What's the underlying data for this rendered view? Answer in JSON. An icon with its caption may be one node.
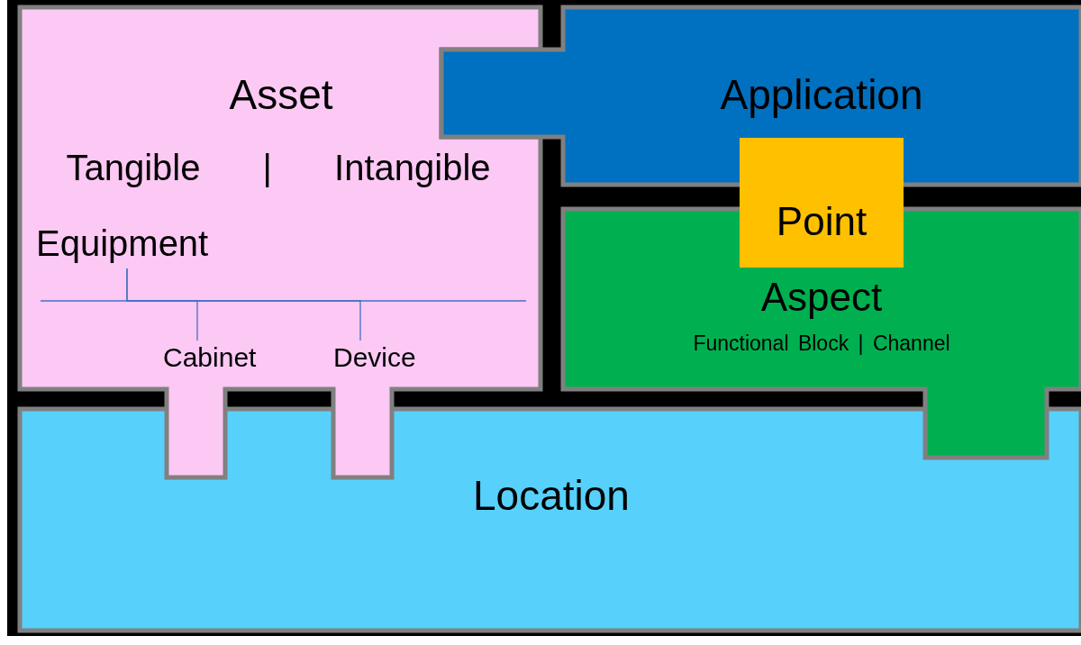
{
  "diagram": {
    "nodes": [
      {
        "text": [
          "Asset",
          "Tangible | Intangible"
        ]
      },
      {
        "text": [
          "Equipment"
        ],
        "in": 0
      },
      {
        "text": [
          "Cabinet"
        ],
        "in": 0
      },
      {
        "text": [
          "Device"
        ],
        "in": 0
      },
      {
        "text": [
          "Application"
        ]
      },
      {
        "text": [
          "Point"
        ]
      },
      {
        "text": [
          "Aspect",
          "Functional Block | Channel"
        ]
      },
      {
        "text": [
          "Location"
        ]
      }
    ],
    "edges": [
      {
        "from": 1,
        "to": 2,
        "arrow": "none"
      },
      {
        "from": 1,
        "to": 3,
        "arrow": "none"
      }
    ]
  }
}
